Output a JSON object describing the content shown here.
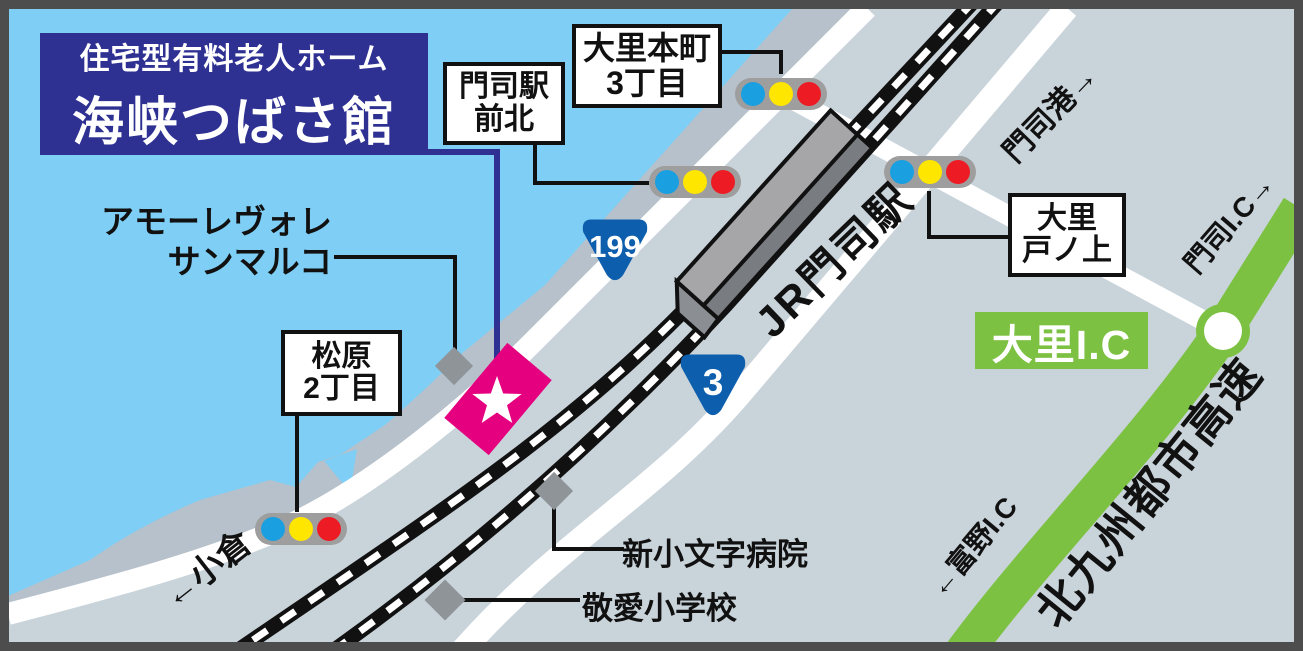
{
  "title": {
    "category": "住宅型有料老人ホーム",
    "name": "海峡つばさ館"
  },
  "intersections": {
    "moji_eki_mae_kita": {
      "line1": "門司駅",
      "line2": "前北"
    },
    "dairi_honmachi": {
      "line1": "大里本町",
      "line2": "3丁目"
    },
    "dairi_tonoue": {
      "line1": "大里",
      "line2": "戸ノ上"
    },
    "matsubara": {
      "line1": "松原",
      "line2": "2丁目"
    }
  },
  "landmarks": {
    "amore_line1": "アモーレヴォレ",
    "amore_line2": "サンマルコ",
    "hospital": "新小文字病院",
    "school": "敬愛小学校"
  },
  "station_label": "JR門司駅",
  "route_badges": {
    "r199": "199",
    "r3": "3"
  },
  "directions": {
    "mojiko": "門司港→",
    "moji_ic": "門司I.C→",
    "tomino_ic": "←富野I.C",
    "kokura": "←小倉"
  },
  "highway": {
    "name": "北九州都市高速",
    "interchange": "大里I.C"
  },
  "colors": {
    "water": "#7ecef5",
    "land": "#c9d3da",
    "coast_strip": "#b6c1cb",
    "road": "#ffffff",
    "railway": "#111111",
    "highway_green": "#7dc142",
    "facility_pink": "#e4007f",
    "title_navy": "#2e3192",
    "route_badge_blue": "#0d5fae",
    "signal_gray": "#9e9e9e",
    "signal_blue": "#1a9fe0",
    "signal_yellow": "#ffe600",
    "signal_red": "#ed1c24"
  }
}
